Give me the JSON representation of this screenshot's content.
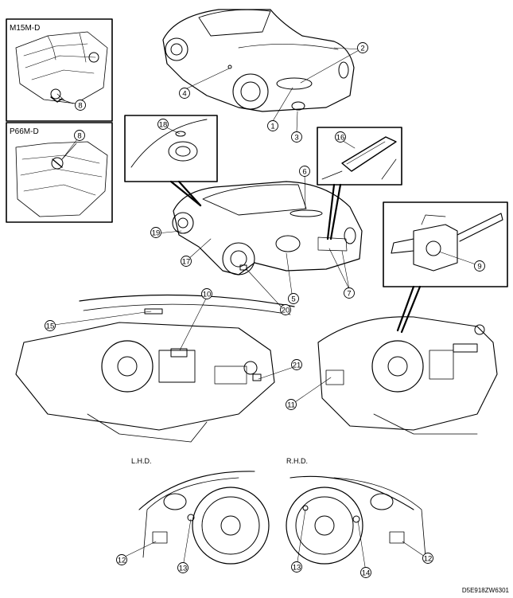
{
  "insets": {
    "m15m": {
      "label": "M15M-D"
    },
    "p66m": {
      "label": "P66M-D"
    }
  },
  "views": {
    "lhd": "L.H.D.",
    "rhd": "R.H.D."
  },
  "callouts": {
    "c1": "1",
    "c2": "2",
    "c3": "3",
    "c4": "4",
    "c5": "5",
    "c6": "6",
    "c7": "7",
    "c8a": "8",
    "c8b": "8",
    "c9": "9",
    "c10": "10",
    "c11": "11",
    "c12a": "12",
    "c12b": "12",
    "c13a": "13",
    "c13b": "13",
    "c14": "14",
    "c15": "15",
    "c16": "16",
    "c17": "17",
    "c18": "18",
    "c19": "19",
    "c20": "20",
    "c21": "21"
  },
  "figure_code": "D5E918ZW6301",
  "colors": {
    "ink": "#000000",
    "paper": "#ffffff"
  }
}
